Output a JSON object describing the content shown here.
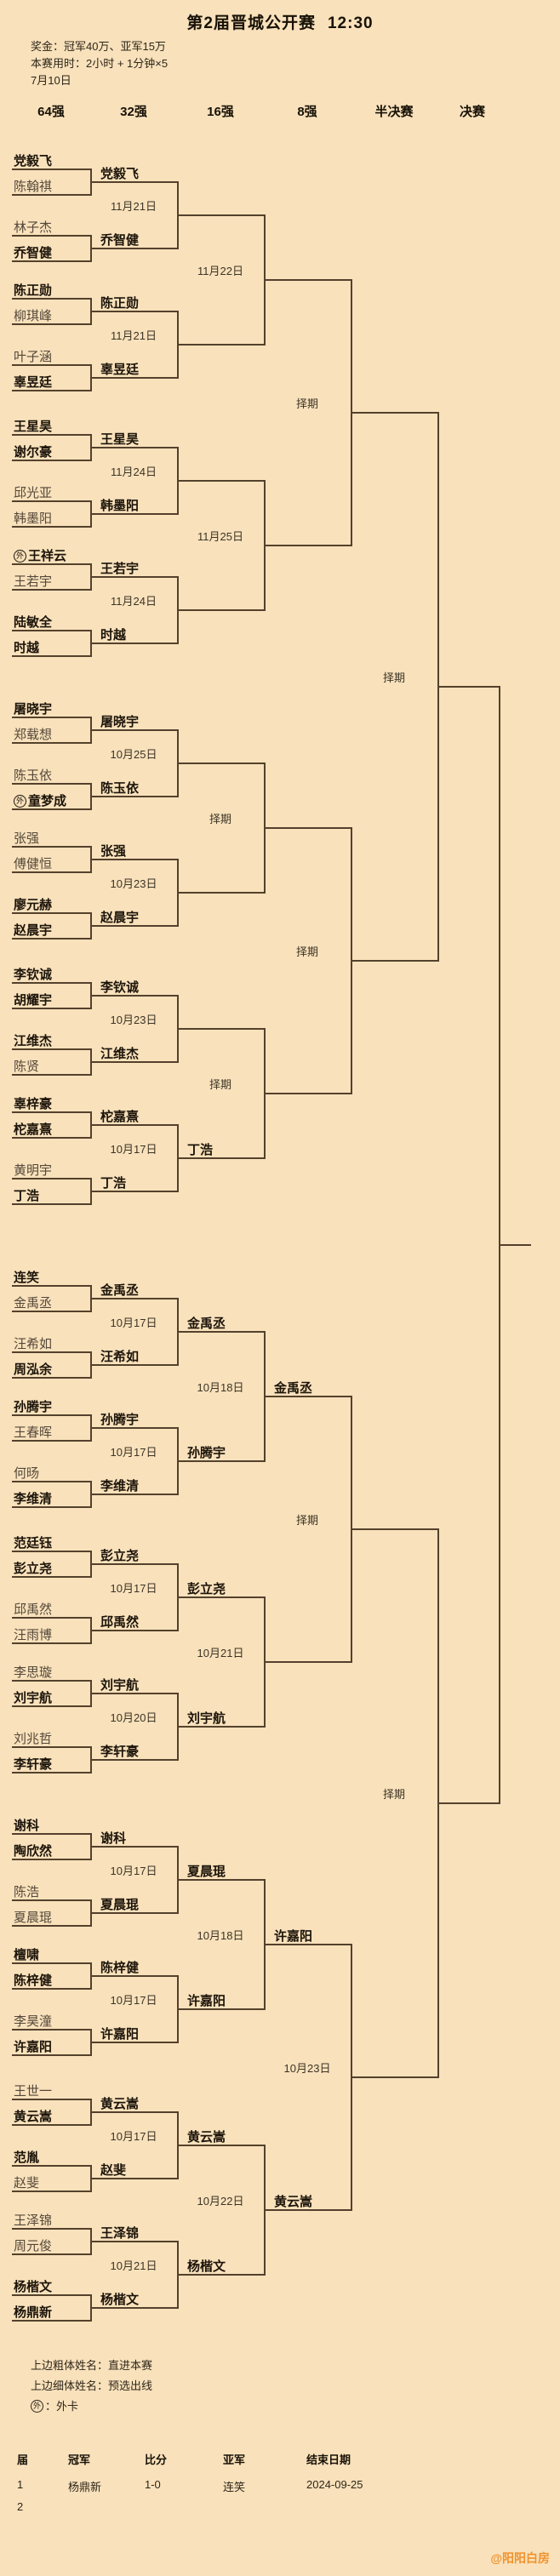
{
  "header": {
    "title": "第2届晋城公开赛",
    "time": "12:30",
    "prize": "奖金：冠军40万、亚军15万",
    "duration": "本赛用时：2小时 + 1分钟×5",
    "date": "7月10日",
    "columns": [
      "64强",
      "32强",
      "16强",
      "8强",
      "半决赛",
      "决赛"
    ]
  },
  "colors": {
    "background": "#f8e1bb",
    "line": "#54412c",
    "text": "#1c140a",
    "watermark": "#f08a1d"
  },
  "bracket": {
    "pairs": [
      {
        "p1": {
          "name": "党毅飞",
          "bold": true,
          "wildcard": false
        },
        "p2": {
          "name": "陈翰祺",
          "bold": false,
          "wildcard": false
        },
        "winner": "党毅飞"
      },
      {
        "p1": {
          "name": "林子杰",
          "bold": false,
          "wildcard": false
        },
        "p2": {
          "name": "乔智健",
          "bold": true,
          "wildcard": false
        },
        "winner": "乔智健"
      },
      {
        "p1": {
          "name": "陈正勋",
          "bold": true,
          "wildcard": false
        },
        "p2": {
          "name": "柳琪峰",
          "bold": false,
          "wildcard": false
        },
        "winner": "陈正勋"
      },
      {
        "p1": {
          "name": "叶子涵",
          "bold": false,
          "wildcard": false
        },
        "p2": {
          "name": "辜昱廷",
          "bold": true,
          "wildcard": false
        },
        "winner": "辜昱廷"
      },
      {
        "p1": {
          "name": "王星昊",
          "bold": true,
          "wildcard": false
        },
        "p2": {
          "name": "谢尔豪",
          "bold": true,
          "wildcard": false
        },
        "winner": "王星昊"
      },
      {
        "p1": {
          "name": "邱光亚",
          "bold": false,
          "wildcard": false
        },
        "p2": {
          "name": "韩墨阳",
          "bold": false,
          "wildcard": false
        },
        "winner": "韩墨阳"
      },
      {
        "p1": {
          "name": "王祥云",
          "bold": true,
          "wildcard": true
        },
        "p2": {
          "name": "王若宇",
          "bold": false,
          "wildcard": false
        },
        "winner": "王若宇"
      },
      {
        "p1": {
          "name": "陆敏全",
          "bold": true,
          "wildcard": false
        },
        "p2": {
          "name": "时越",
          "bold": true,
          "wildcard": false
        },
        "winner": "时越"
      },
      {
        "p1": {
          "name": "屠晓宇",
          "bold": true,
          "wildcard": false
        },
        "p2": {
          "name": "郑载想",
          "bold": false,
          "wildcard": false
        },
        "winner": "屠晓宇"
      },
      {
        "p1": {
          "name": "陈玉依",
          "bold": false,
          "wildcard": false
        },
        "p2": {
          "name": "童梦成",
          "bold": true,
          "wildcard": true
        },
        "winner": "陈玉依"
      },
      {
        "p1": {
          "name": "张强",
          "bold": false,
          "wildcard": false
        },
        "p2": {
          "name": "傅健恒",
          "bold": false,
          "wildcard": false
        },
        "winner": "张强"
      },
      {
        "p1": {
          "name": "廖元赫",
          "bold": true,
          "wildcard": false
        },
        "p2": {
          "name": "赵晨宇",
          "bold": true,
          "wildcard": false
        },
        "winner": "赵晨宇"
      },
      {
        "p1": {
          "name": "李钦诚",
          "bold": true,
          "wildcard": false
        },
        "p2": {
          "name": "胡耀宇",
          "bold": true,
          "wildcard": false
        },
        "winner": "李钦诚"
      },
      {
        "p1": {
          "name": "江维杰",
          "bold": true,
          "wildcard": false
        },
        "p2": {
          "name": "陈贤",
          "bold": false,
          "wildcard": false
        },
        "winner": "江维杰"
      },
      {
        "p1": {
          "name": "辜梓豪",
          "bold": true,
          "wildcard": false
        },
        "p2": {
          "name": "柁嘉熹",
          "bold": true,
          "wildcard": false
        },
        "winner": "柁嘉熹"
      },
      {
        "p1": {
          "name": "黄明宇",
          "bold": false,
          "wildcard": false
        },
        "p2": {
          "name": "丁浩",
          "bold": true,
          "wildcard": false
        },
        "winner": "丁浩"
      },
      {
        "p1": {
          "name": "连笑",
          "bold": true,
          "wildcard": false
        },
        "p2": {
          "name": "金禹丞",
          "bold": false,
          "wildcard": false
        },
        "winner": "金禹丞"
      },
      {
        "p1": {
          "name": "汪希如",
          "bold": false,
          "wildcard": false
        },
        "p2": {
          "name": "周泓余",
          "bold": true,
          "wildcard": false
        },
        "winner": "汪希如"
      },
      {
        "p1": {
          "name": "孙腾宇",
          "bold": true,
          "wildcard": false
        },
        "p2": {
          "name": "王春晖",
          "bold": false,
          "wildcard": false
        },
        "winner": "孙腾宇"
      },
      {
        "p1": {
          "name": "何旸",
          "bold": false,
          "wildcard": false
        },
        "p2": {
          "name": "李维清",
          "bold": true,
          "wildcard": false
        },
        "winner": "李维清"
      },
      {
        "p1": {
          "name": "范廷钰",
          "bold": true,
          "wildcard": false
        },
        "p2": {
          "name": "彭立尧",
          "bold": true,
          "wildcard": false
        },
        "winner": "彭立尧"
      },
      {
        "p1": {
          "name": "邱禹然",
          "bold": false,
          "wildcard": false
        },
        "p2": {
          "name": "汪雨博",
          "bold": false,
          "wildcard": false
        },
        "winner": "邱禹然"
      },
      {
        "p1": {
          "name": "李思璇",
          "bold": false,
          "wildcard": false
        },
        "p2": {
          "name": "刘宇航",
          "bold": true,
          "wildcard": false
        },
        "winner": "刘宇航"
      },
      {
        "p1": {
          "name": "刘兆哲",
          "bold": false,
          "wildcard": false
        },
        "p2": {
          "name": "李轩豪",
          "bold": true,
          "wildcard": false
        },
        "winner": "李轩豪"
      },
      {
        "p1": {
          "name": "谢科",
          "bold": true,
          "wildcard": false
        },
        "p2": {
          "name": "陶欣然",
          "bold": true,
          "wildcard": false
        },
        "winner": "谢科"
      },
      {
        "p1": {
          "name": "陈浩",
          "bold": false,
          "wildcard": false
        },
        "p2": {
          "name": "夏晨琨",
          "bold": false,
          "wildcard": false
        },
        "winner": "夏晨琨"
      },
      {
        "p1": {
          "name": "檀啸",
          "bold": true,
          "wildcard": false
        },
        "p2": {
          "name": "陈梓健",
          "bold": true,
          "wildcard": false
        },
        "winner": "陈梓健"
      },
      {
        "p1": {
          "name": "李昊潼",
          "bold": false,
          "wildcard": false
        },
        "p2": {
          "name": "许嘉阳",
          "bold": true,
          "wildcard": false
        },
        "winner": "许嘉阳"
      },
      {
        "p1": {
          "name": "王世一",
          "bold": false,
          "wildcard": false
        },
        "p2": {
          "name": "黄云嵩",
          "bold": true,
          "wildcard": false
        },
        "winner": "黄云嵩"
      },
      {
        "p1": {
          "name": "范胤",
          "bold": true,
          "wildcard": false
        },
        "p2": {
          "name": "赵斐",
          "bold": false,
          "wildcard": false
        },
        "winner": "赵斐"
      },
      {
        "p1": {
          "name": "王泽锦",
          "bold": false,
          "wildcard": false
        },
        "p2": {
          "name": "周元俊",
          "bold": false,
          "wildcard": false
        },
        "winner": "王泽锦"
      },
      {
        "p1": {
          "name": "杨楷文",
          "bold": true,
          "wildcard": false
        },
        "p2": {
          "name": "杨鼎新",
          "bold": true,
          "wildcard": false
        },
        "winner": "杨楷文"
      }
    ],
    "r32": [
      {
        "date": "11月21日",
        "winner": ""
      },
      {
        "date": "11月21日",
        "winner": ""
      },
      {
        "date": "11月24日",
        "winner": ""
      },
      {
        "date": "11月24日",
        "winner": ""
      },
      {
        "date": "10月25日",
        "winner": ""
      },
      {
        "date": "10月23日",
        "winner": ""
      },
      {
        "date": "10月23日",
        "winner": ""
      },
      {
        "date": "10月17日",
        "winner": "丁浩"
      },
      {
        "date": "10月17日",
        "winner": "金禹丞"
      },
      {
        "date": "10月17日",
        "winner": "孙腾宇"
      },
      {
        "date": "10月17日",
        "winner": "彭立尧"
      },
      {
        "date": "10月20日",
        "winner": "刘宇航"
      },
      {
        "date": "10月17日",
        "winner": "夏晨琨"
      },
      {
        "date": "10月17日",
        "winner": "许嘉阳"
      },
      {
        "date": "10月17日",
        "winner": "黄云嵩"
      },
      {
        "date": "10月21日",
        "winner": "杨楷文"
      }
    ],
    "r16": [
      {
        "date": "11月22日",
        "winner": ""
      },
      {
        "date": "11月25日",
        "winner": ""
      },
      {
        "date": "择期",
        "winner": ""
      },
      {
        "date": "择期",
        "winner": ""
      },
      {
        "date": "10月18日",
        "winner": "金禹丞"
      },
      {
        "date": "10月21日",
        "winner": ""
      },
      {
        "date": "10月18日",
        "winner": "许嘉阳"
      },
      {
        "date": "10月22日",
        "winner": "黄云嵩"
      }
    ],
    "qf": [
      {
        "date": "择期",
        "winner": ""
      },
      {
        "date": "择期",
        "winner": ""
      },
      {
        "date": "择期",
        "winner": ""
      },
      {
        "date": "10月23日",
        "winner": ""
      }
    ],
    "sf": [
      {
        "date": "择期",
        "winner": ""
      },
      {
        "date": "择期",
        "winner": ""
      }
    ]
  },
  "legend": {
    "bold_line": "上边粗体姓名：直进本赛",
    "light_line": "上边细体姓名：预选出线",
    "wildcard_symbol": "外",
    "wildcard_line": "：外卡"
  },
  "results": {
    "headers": [
      "届",
      "冠军",
      "比分",
      "亚军",
      "结束日期"
    ],
    "rows": [
      [
        "1",
        "杨鼎新",
        "1-0",
        "连笑",
        "2024-09-25"
      ],
      [
        "2",
        "",
        "",
        "",
        ""
      ]
    ]
  },
  "watermark": "@阳阳白房"
}
